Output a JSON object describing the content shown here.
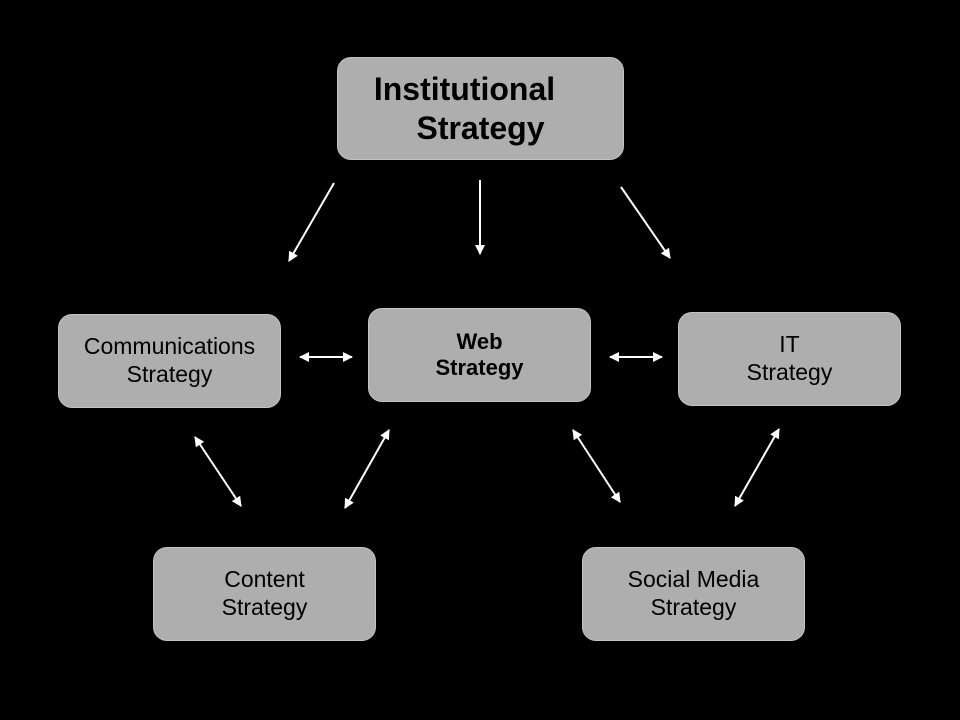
{
  "nodes": {
    "institutional": {
      "line1": "Institutional",
      "line2": "Strategy"
    },
    "web": {
      "line1": "Web",
      "line2": "Strategy"
    },
    "communications": {
      "line1": "Communications",
      "line2": "Strategy"
    },
    "it": {
      "line1": "IT",
      "line2": "Strategy"
    },
    "content": {
      "line1": "Content",
      "line2": "Strategy"
    },
    "social": {
      "line1": "Social Media",
      "line2": "Strategy"
    }
  },
  "edges": [
    {
      "from": "institutional",
      "to": "communications",
      "direction": "one-way"
    },
    {
      "from": "institutional",
      "to": "web",
      "direction": "one-way"
    },
    {
      "from": "institutional",
      "to": "it",
      "direction": "one-way"
    },
    {
      "from": "communications",
      "to": "web",
      "direction": "two-way"
    },
    {
      "from": "web",
      "to": "it",
      "direction": "two-way"
    },
    {
      "from": "communications",
      "to": "content",
      "direction": "two-way"
    },
    {
      "from": "content",
      "to": "web",
      "direction": "two-way"
    },
    {
      "from": "web",
      "to": "social",
      "direction": "two-way"
    },
    {
      "from": "social",
      "to": "it",
      "direction": "two-way"
    }
  ],
  "colors": {
    "background": "#000000",
    "node_fill": "#aeaeae",
    "arrow": "#ffffff",
    "text": "#000000"
  }
}
